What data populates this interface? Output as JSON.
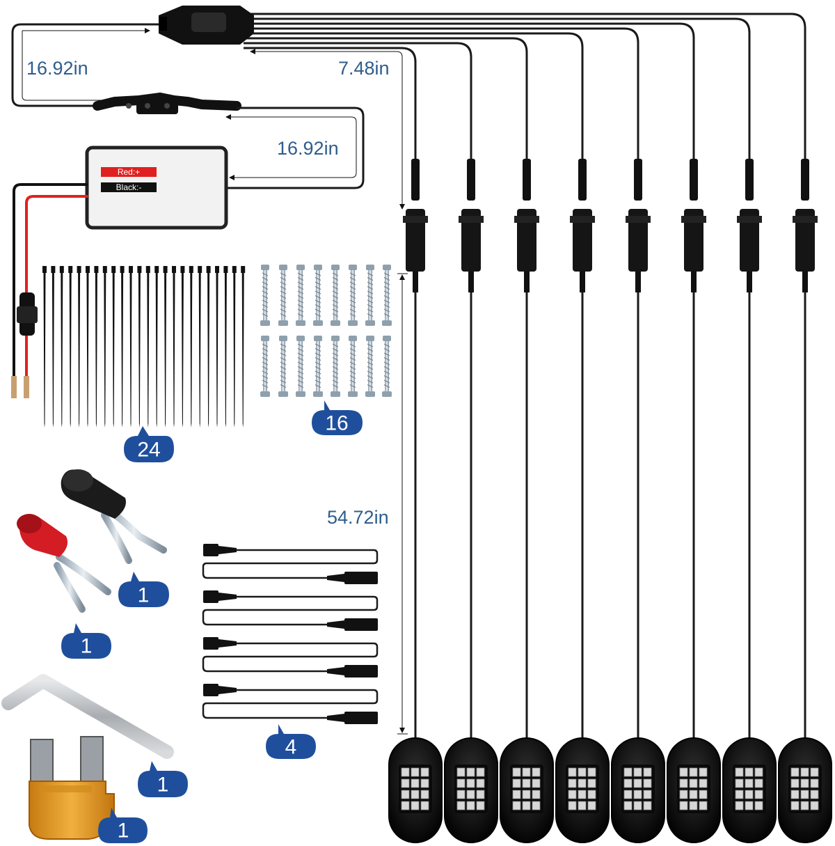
{
  "dimensions": {
    "hub_to_splitter": "16.92in",
    "hub_to_pod_wire": "7.48in",
    "splitter_to_box": "16.92in",
    "pod_cable": "54.72in"
  },
  "control_box": {
    "red_label": "Red:+",
    "black_label": "Black:-"
  },
  "quantities": {
    "cable_ties": "24",
    "screws": "16",
    "extension_cables": "4",
    "red_terminal": "1",
    "black_terminal": "1",
    "hex_key": "1",
    "fuse": "1"
  },
  "pods": {
    "count": 8
  },
  "colors": {
    "dimension_text": "#2f5d8c",
    "badge": "#1f4f9c",
    "wire": "#1a1a1a",
    "red_wire": "#e02020",
    "fuse": "#e8a020"
  }
}
